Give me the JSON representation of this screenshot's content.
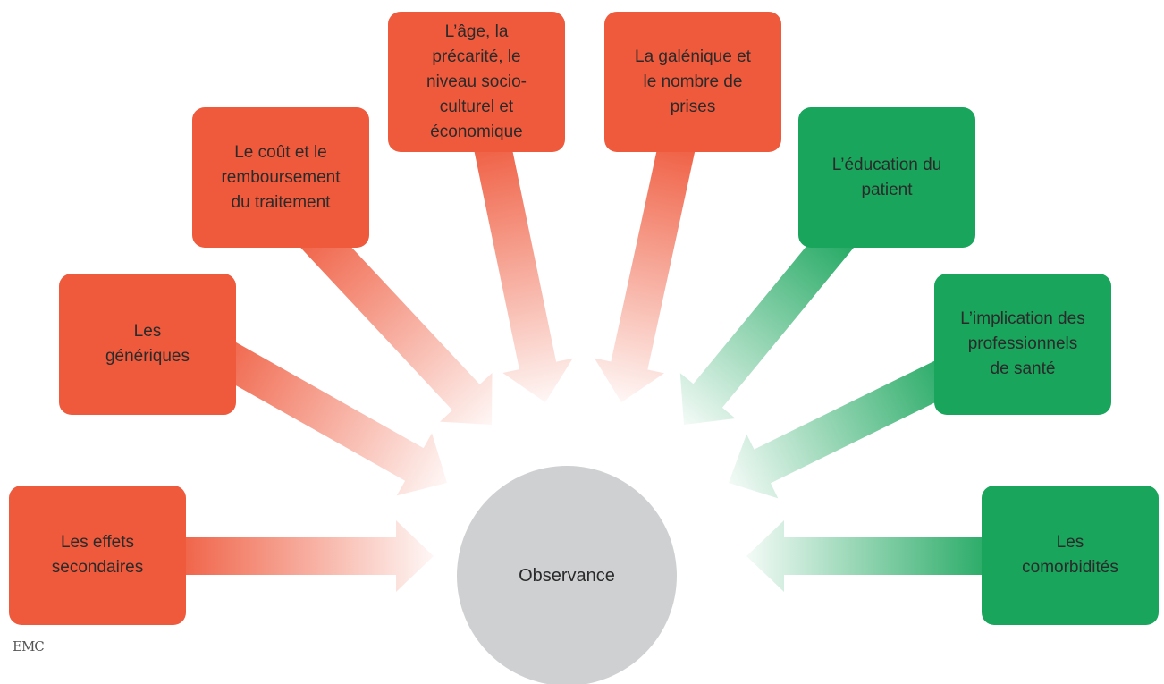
{
  "center": {
    "label": "Observance"
  },
  "factors": [
    {
      "id": "effets",
      "label": "Les effets\nsecondaires",
      "color": "#ef5a3d",
      "group": "negative"
    },
    {
      "id": "generiques",
      "label": "Les\ngénériques",
      "color": "#ef5a3d",
      "group": "negative"
    },
    {
      "id": "cout",
      "label": "Le coût et le\nremboursement\ndu traitement",
      "color": "#ef5a3d",
      "group": "negative"
    },
    {
      "id": "age",
      "label": "L’âge, la\nprécarité, le\nniveau socio-\nculturel et\néconomique",
      "color": "#ef5a3d",
      "group": "negative"
    },
    {
      "id": "galenique",
      "label": "La galénique et\nle nombre de\nprises",
      "color": "#ef5a3d",
      "group": "negative"
    },
    {
      "id": "education",
      "label": "L’éducation du\npatient",
      "color": "#1aa55c",
      "group": "positive"
    },
    {
      "id": "implication",
      "label": "L’implication des\nprofessionnels\nde santé",
      "color": "#1aa55c",
      "group": "positive"
    },
    {
      "id": "comorbidites",
      "label": "Les\ncomorbidités",
      "color": "#1aa55c",
      "group": "positive"
    }
  ],
  "logo": {
    "text": "EMC"
  }
}
